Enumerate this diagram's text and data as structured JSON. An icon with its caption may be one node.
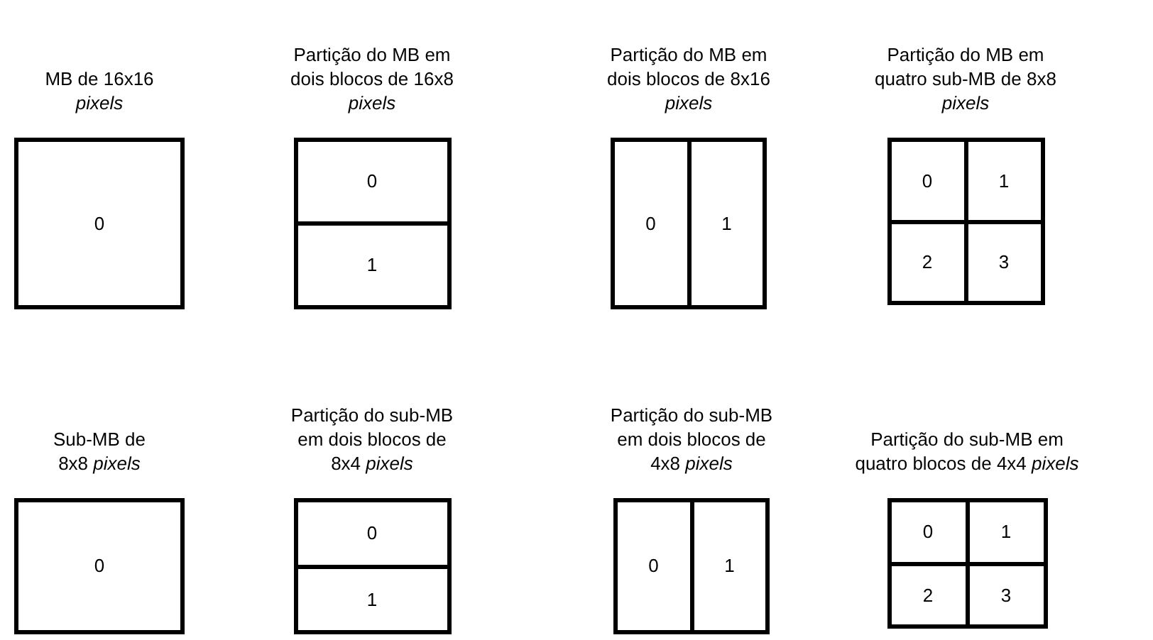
{
  "diagram": {
    "nodes": [
      {
        "text": [
          "MB de 16x16 *pixels*"
        ]
      },
      {
        "text": [
          "0"
        ],
        "in": 0
      },
      {
        "text": [
          "Partição do MB em dois blocos de 16x8 *pixels*"
        ]
      },
      {
        "text": [
          "0"
        ],
        "in": 2
      },
      {
        "text": [
          "1"
        ],
        "in": 2
      },
      {
        "text": [
          "Partição do MB em dois blocos de 8x16 *pixels*"
        ]
      },
      {
        "text": [
          "0"
        ],
        "in": 5
      },
      {
        "text": [
          "1"
        ],
        "in": 5
      },
      {
        "text": [
          "Partição do MB em quatro sub-MB  de 8x8 *pixels*"
        ]
      },
      {
        "text": [
          "0"
        ],
        "in": 8
      },
      {
        "text": [
          "1"
        ],
        "in": 8
      },
      {
        "text": [
          "2"
        ],
        "in": 8
      },
      {
        "text": [
          "3"
        ],
        "in": 8
      },
      {
        "text": [
          "Sub-MB de 8x8 *pixels*"
        ]
      },
      {
        "text": [
          "0"
        ],
        "in": 13
      },
      {
        "text": [
          "Partição do sub-MB em dois blocos de 8x4 *pixels*"
        ]
      },
      {
        "text": [
          "0"
        ],
        "in": 15
      },
      {
        "text": [
          "1"
        ],
        "in": 15
      },
      {
        "text": [
          "Partição do sub-MB em dois blocos de 4x8 *pixels*"
        ]
      },
      {
        "text": [
          "0"
        ],
        "in": 18
      },
      {
        "text": [
          "1"
        ],
        "in": 18
      },
      {
        "text": [
          "Partição do sub-MB em quatro blocos de 4x4 *pixels*"
        ]
      },
      {
        "text": [
          "0"
        ],
        "in": 21
      },
      {
        "text": [
          "1"
        ],
        "in": 21
      },
      {
        "text": [
          "2"
        ],
        "in": 21
      },
      {
        "text": [
          "3"
        ],
        "in": 21
      }
    ]
  }
}
